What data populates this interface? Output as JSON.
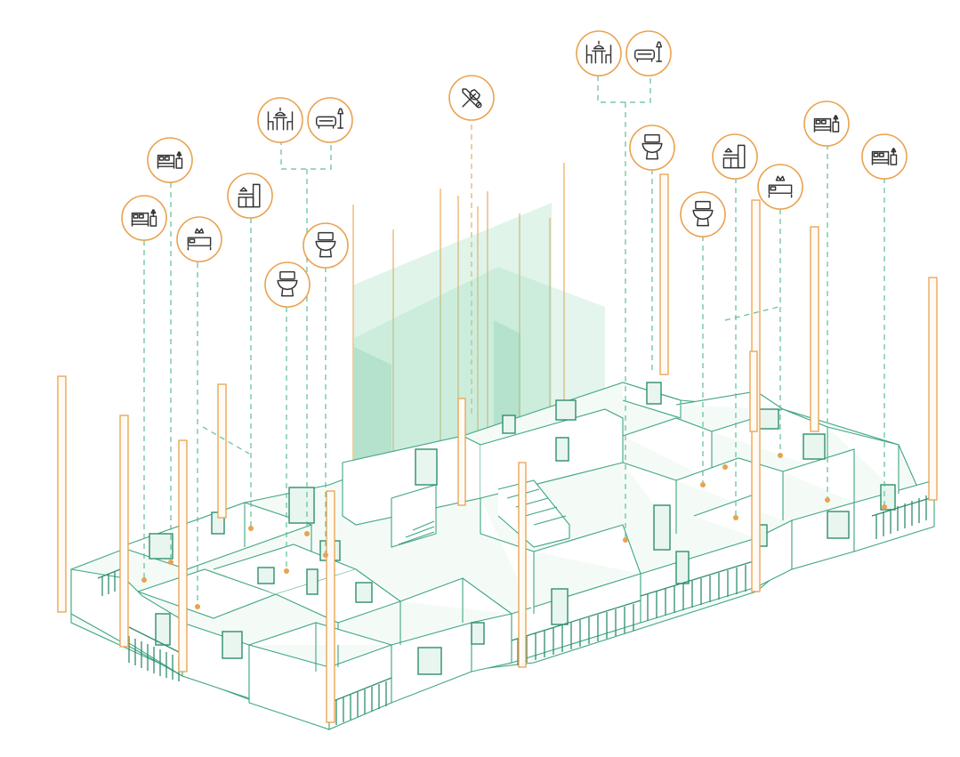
{
  "colors": {
    "accent_orange": "#e9a24f",
    "structure_green": "#3fa582",
    "glass_green": "#8fd6b2",
    "icon_dark": "#333333",
    "background": "#ffffff"
  },
  "icons": [
    {
      "id": "bedroom-1",
      "semantic": "bedroom-icon"
    },
    {
      "id": "bedroom-2",
      "semantic": "bedroom-icon"
    },
    {
      "id": "master-bedroom-1",
      "semantic": "master-bedroom-icon"
    },
    {
      "id": "kitchen-1",
      "semantic": "kitchen-icon"
    },
    {
      "id": "dining-1",
      "semantic": "dining-table-icon"
    },
    {
      "id": "living-1",
      "semantic": "sofa-lamp-icon"
    },
    {
      "id": "toilet-1",
      "semantic": "toilet-icon"
    },
    {
      "id": "toilet-2",
      "semantic": "toilet-icon"
    },
    {
      "id": "tools-1",
      "semantic": "tools-icon"
    },
    {
      "id": "dining-2",
      "semantic": "dining-table-icon"
    },
    {
      "id": "living-2",
      "semantic": "sofa-lamp-icon"
    },
    {
      "id": "toilet-3",
      "semantic": "toilet-icon"
    },
    {
      "id": "toilet-4",
      "semantic": "toilet-icon"
    },
    {
      "id": "kitchen-2",
      "semantic": "kitchen-icon"
    },
    {
      "id": "master-bedroom-2",
      "semantic": "master-bedroom-icon"
    },
    {
      "id": "bedroom-3",
      "semantic": "bedroom-icon"
    },
    {
      "id": "bedroom-4",
      "semantic": "bedroom-icon"
    }
  ]
}
